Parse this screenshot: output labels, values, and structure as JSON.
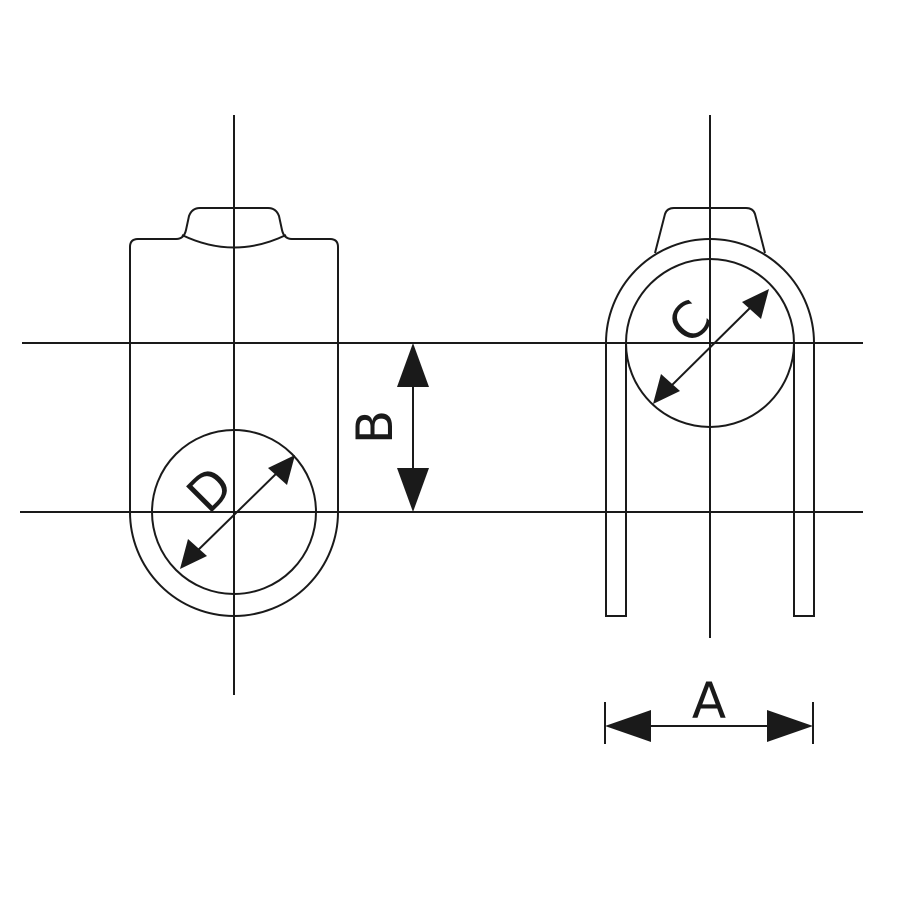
{
  "colors": {
    "line": "#1a1a1a",
    "background": "#ffffff"
  },
  "labels": {
    "a": "A",
    "b": "B",
    "c": "C",
    "d": "D"
  }
}
